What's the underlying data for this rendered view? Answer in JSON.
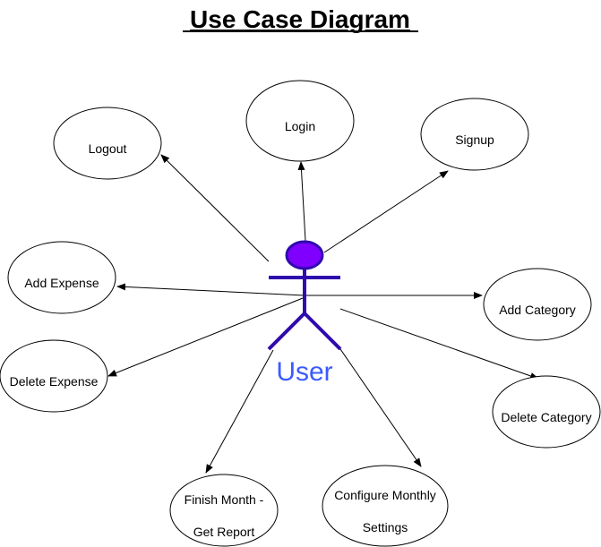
{
  "title": "Use Case Diagram",
  "colors": {
    "actor_fill": "#7f00ff",
    "actor_stroke": "#2f0aad",
    "actor_label": "#3d5afe",
    "line": "#000000"
  },
  "actor": {
    "label": "User",
    "icon": "stick-figure-icon"
  },
  "use_cases": [
    {
      "id": "logout",
      "lines": [
        "Logout"
      ]
    },
    {
      "id": "login",
      "lines": [
        "Login"
      ]
    },
    {
      "id": "signup",
      "lines": [
        "Signup"
      ]
    },
    {
      "id": "add-expense",
      "lines": [
        "Add Expense"
      ]
    },
    {
      "id": "add-category",
      "lines": [
        "Add Category"
      ]
    },
    {
      "id": "delete-expense",
      "lines": [
        "Delete Expense"
      ]
    },
    {
      "id": "delete-category",
      "lines": [
        "Delete Category"
      ]
    },
    {
      "id": "finish-month",
      "lines": [
        "Finish Month -",
        "Get Report"
      ]
    },
    {
      "id": "configure-monthly",
      "lines": [
        "Configure Monthly",
        "Settings"
      ]
    }
  ]
}
